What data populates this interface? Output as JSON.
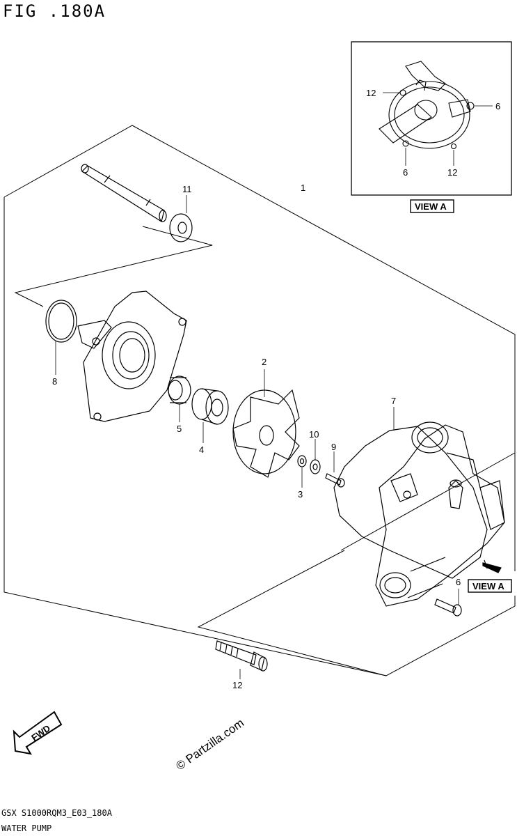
{
  "title": "FIG .180A",
  "footer": {
    "code": "GSX S1000RQM3_E03_180A",
    "caption": "WATER PUMP"
  },
  "view_label": "VIEW A",
  "watermark": "© Partzilla.com",
  "fwd_label": "FWD",
  "callouts": {
    "c1": "1",
    "c2": "2",
    "c3": "3",
    "c4": "4",
    "c5": "5",
    "c6": "6",
    "c7": "7",
    "c8": "8",
    "c9": "9",
    "c10": "10",
    "c11": "11",
    "c12": "12",
    "inset_c12a": "12",
    "inset_c6a": "6",
    "inset_c6b": "6",
    "inset_c12b": "12"
  }
}
